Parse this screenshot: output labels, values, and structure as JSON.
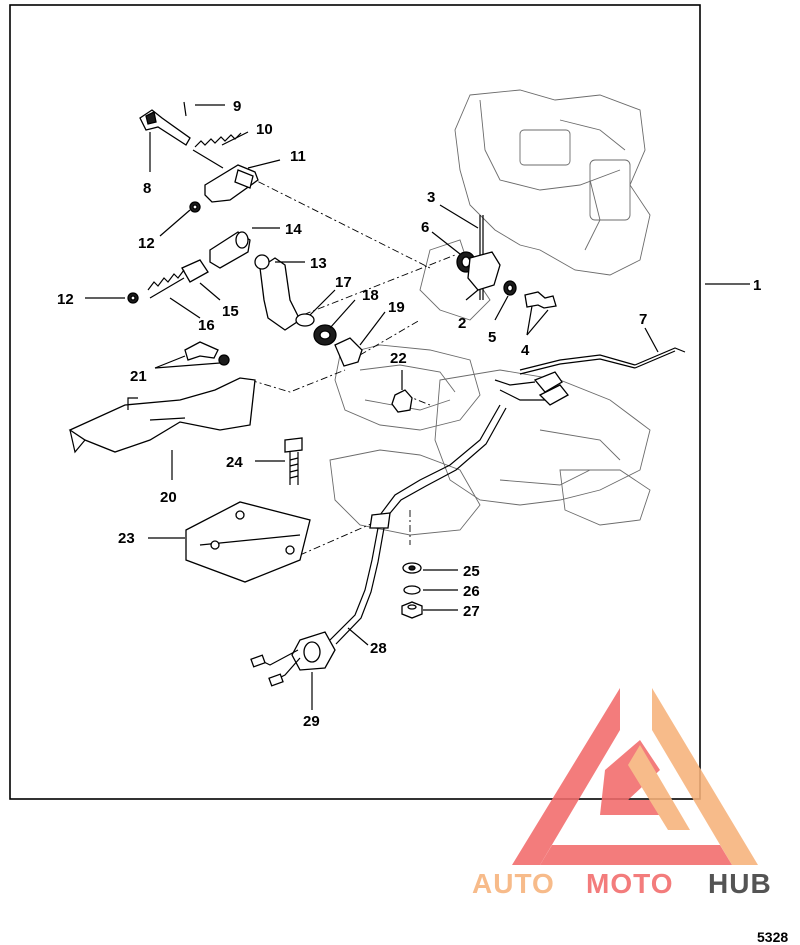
{
  "diagram": {
    "reference_number": "5328",
    "callouts": [
      "1",
      "2",
      "3",
      "4",
      "5",
      "6",
      "7",
      "8",
      "9",
      "10",
      "11",
      "12",
      "12",
      "13",
      "14",
      "15",
      "16",
      "17",
      "18",
      "19",
      "20",
      "21",
      "22",
      "23",
      "24",
      "25",
      "26",
      "27",
      "28",
      "29"
    ],
    "watermark": {
      "text_part1": "AUTO",
      "text_part2": "MOTO",
      "text_part3": "HUB",
      "color_primary": "#f26b6b",
      "color_secondary": "#f7b27a",
      "color_dark": "#3d3d3d"
    },
    "colors": {
      "line": "#000000",
      "ghost": "#6b6b6b",
      "background": "#ffffff"
    }
  }
}
